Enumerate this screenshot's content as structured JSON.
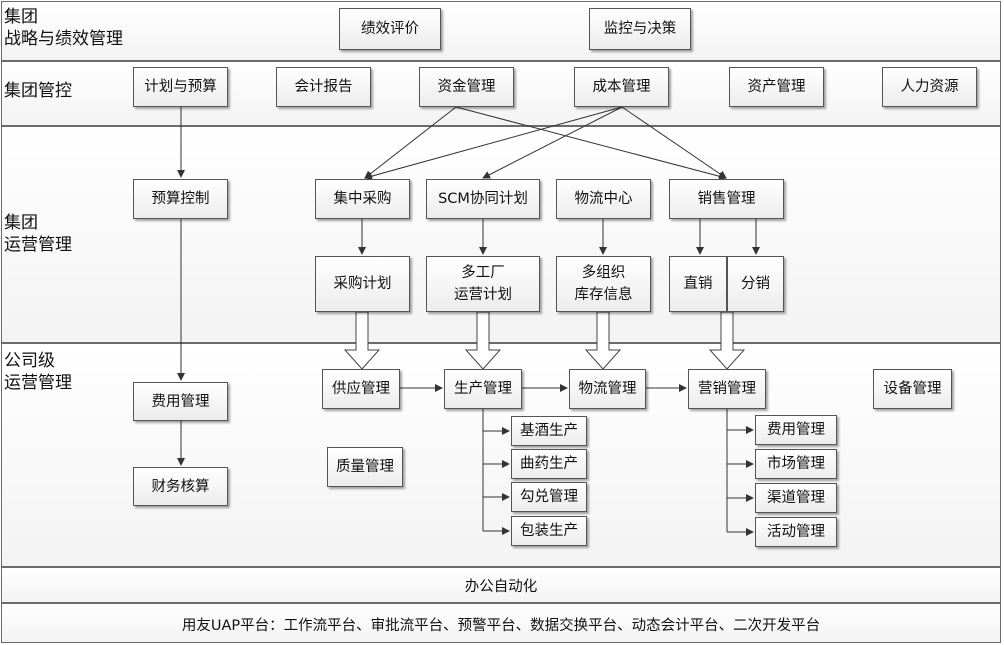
{
  "layers": {
    "strategy": "集团\n战略与绩效管理",
    "control": "集团管控",
    "operation": "集团\n运营管理",
    "company": "公司级\n运营管理"
  },
  "strategy_boxes": {
    "perf_eval": "绩效评价",
    "monitor": "监控与决策"
  },
  "control_boxes": {
    "plan_budget": "计划与预算",
    "accounting_report": "会计报告",
    "fund_mgmt": "资金管理",
    "cost_mgmt": "成本管理",
    "asset_mgmt": "资产管理",
    "hr": "人力资源"
  },
  "operation_boxes": {
    "budget_control": "预算控制",
    "central_purchase": "集中采购",
    "scm_plan": "SCM协同计划",
    "logistics_center": "物流中心",
    "sales_mgmt": "销售管理",
    "purchase_plan": "采购计划",
    "multi_factory": "多工厂\n运营计划",
    "multi_org_inventory": "多组织\n库存信息",
    "direct_sales": "直销",
    "distribution": "分销"
  },
  "company_boxes": {
    "expense_mgmt": "费用管理",
    "financial_accounting": "财务核算",
    "supply_mgmt": "供应管理",
    "production_mgmt": "生产管理",
    "logistics_mgmt": "物流管理",
    "marketing_mgmt": "营销管理",
    "equipment_mgmt": "设备管理",
    "quality_mgmt": "质量管理"
  },
  "production_sub": [
    "基酒生产",
    "曲药生产",
    "勾兑管理",
    "包装生产"
  ],
  "marketing_sub": [
    "费用管理",
    "市场管理",
    "渠道管理",
    "活动管理"
  ],
  "office_automation": "办公自动化",
  "platform": "用友UAP平台：工作流平台、审批流平台、预警平台、数据交换平台、动态会计平台、二次开发平台"
}
